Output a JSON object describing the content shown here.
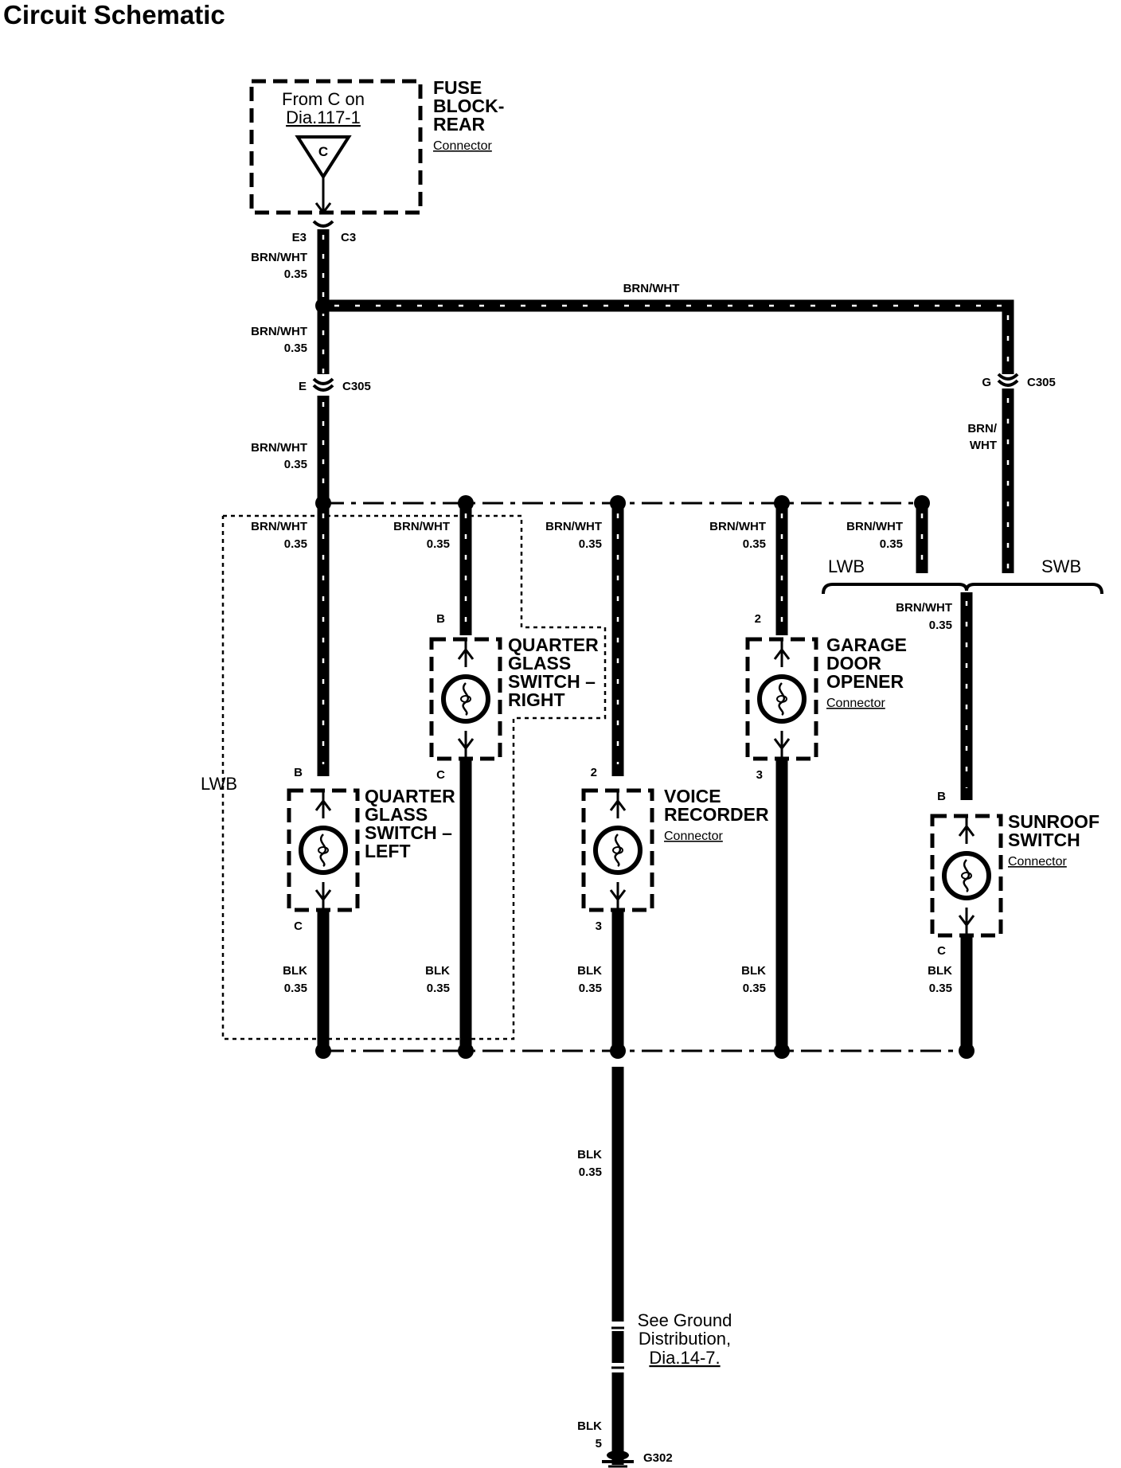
{
  "title": "Circuit Schematic",
  "source": {
    "line1": "From C on",
    "line2": "Dia.117-1",
    "symbol_letter": "C"
  },
  "fuse_block": {
    "line1": "FUSE",
    "line2": "BLOCK-",
    "line3": "REAR",
    "sub": "Connector"
  },
  "pins": {
    "fuse_e3": "E3",
    "fuse_c3": "C3",
    "c305_e": "E",
    "c305_e_conn": "C305",
    "c305_g": "G",
    "c305_g_conn": "C305",
    "qgl_top": "B",
    "qgl_bottom": "C",
    "qgr_top": "B",
    "qgr_bottom": "C",
    "vr_top": "2",
    "vr_bottom": "3",
    "gdo_top": "2",
    "gdo_bottom": "3",
    "sun_top": "B",
    "sun_bottom": "C"
  },
  "wires": {
    "brn_wht": "BRN/WHT",
    "brn_split_1": "BRN/",
    "brn_split_2": "WHT",
    "gauge_035": "0.35",
    "blk": "BLK",
    "gauge_5": "5"
  },
  "variants": {
    "lwb": "LWB",
    "swb": "SWB"
  },
  "components": {
    "quarter_glass_left": [
      "QUARTER",
      "GLASS",
      "SWITCH –",
      "LEFT"
    ],
    "quarter_glass_right": [
      "QUARTER",
      "GLASS",
      "SWITCH –",
      "RIGHT"
    ],
    "voice_recorder": {
      "lines": [
        "VOICE",
        "RECORDER"
      ],
      "sub": "Connector"
    },
    "garage_door": {
      "lines": [
        "GARAGE",
        "DOOR",
        "OPENER"
      ],
      "sub": "Connector"
    },
    "sunroof": {
      "lines": [
        "SUNROOF",
        "SWITCH"
      ],
      "sub": "Connector"
    }
  },
  "ground_note": {
    "line1": "See Ground",
    "line2": "Distribution,",
    "line3": "Dia.14-7."
  },
  "ground": {
    "label": "G302"
  }
}
